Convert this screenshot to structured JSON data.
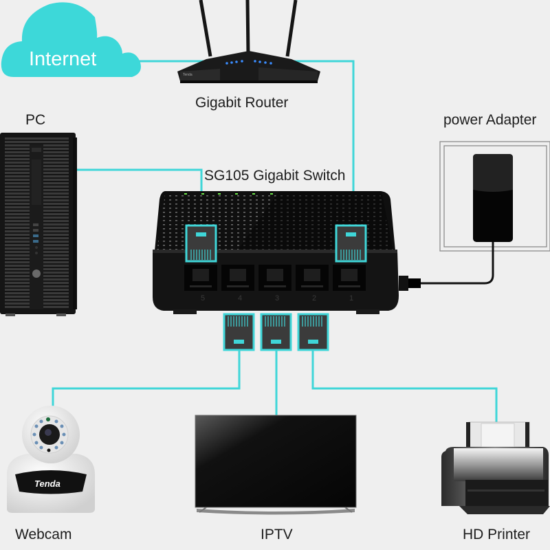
{
  "diagram": {
    "title": "SG105 Gigabit Switch network topology",
    "accent_color": "#3fd6d8",
    "nodes": {
      "internet": {
        "label": "Internet"
      },
      "router": {
        "label": "Gigabit Router",
        "brand": "Tenda"
      },
      "pc": {
        "label": "PC"
      },
      "power_adapter": {
        "label": "power Adapter"
      },
      "switch": {
        "label": "SG105 Gigabit Switch",
        "port_numbers": [
          "5",
          "4",
          "3",
          "2",
          "1"
        ]
      },
      "webcam": {
        "label": "Webcam",
        "brand": "Tenda"
      },
      "iptv": {
        "label": "IPTV"
      },
      "printer": {
        "label": "HD Printer"
      }
    },
    "connections": [
      {
        "from": "Internet",
        "to": "Gigabit Router"
      },
      {
        "from": "Gigabit Router",
        "to": "SG105 Gigabit Switch"
      },
      {
        "from": "PC",
        "to": "SG105 Gigabit Switch"
      },
      {
        "from": "power Adapter",
        "to": "SG105 Gigabit Switch"
      },
      {
        "from": "SG105 Gigabit Switch",
        "to": "Webcam"
      },
      {
        "from": "SG105 Gigabit Switch",
        "to": "IPTV"
      },
      {
        "from": "SG105 Gigabit Switch",
        "to": "HD Printer"
      }
    ]
  }
}
